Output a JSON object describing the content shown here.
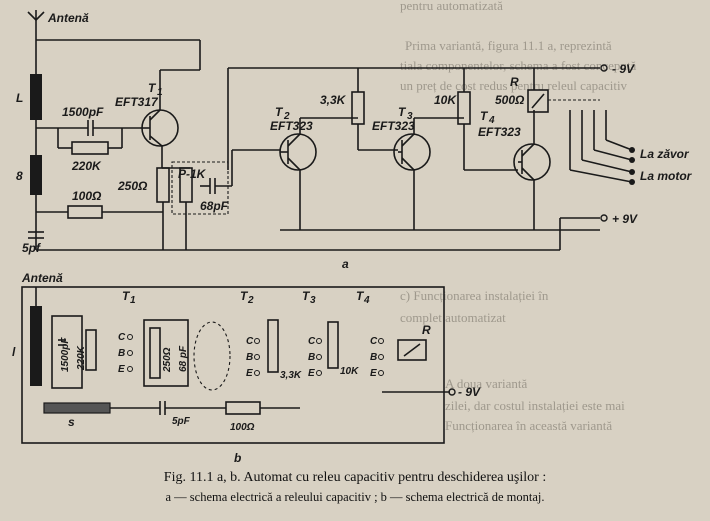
{
  "schematic_a": {
    "antenna": "Antenă",
    "L": "L",
    "coil2": "8",
    "c1500": "1500pF",
    "r220": "220K",
    "T1": "T",
    "T1_sub": "1",
    "T1_type": "EFT317",
    "r250": "250Ω",
    "P1k": "P-1K",
    "c68": "68pF",
    "r100": "100Ω",
    "c5": "5pf",
    "T2": "T",
    "T2_sub": "2",
    "T2_type": "EFT323",
    "r33": "3,3K",
    "T3": "T",
    "T3_sub": "3",
    "T3_type": "EFT323",
    "r10": "10K",
    "T4": "T",
    "T4_sub": "4",
    "T4_type": "EFT323",
    "R": "R",
    "r500": "500Ω",
    "minus9": "- 9V",
    "plus9": "+ 9V",
    "zavor": "La zăvor",
    "motor": "La motor",
    "letter": "a"
  },
  "schematic_b": {
    "antenna": "Antenă",
    "l": "l",
    "c1500": "1500pF",
    "r220": "220K",
    "T1": "T",
    "T1_sub": "1",
    "T2": "T",
    "T2_sub": "2",
    "T3": "T",
    "T3_sub": "3",
    "T4": "T",
    "T4_sub": "4",
    "p250": "250Ω",
    "c68": "68 pF",
    "r33": "3,3K",
    "r10": "10K",
    "R": "R",
    "C": "C",
    "B": "B",
    "E": "E",
    "s": "s",
    "c5": "5pF",
    "r100": "100Ω",
    "v9": "- 9V",
    "letter": "b"
  },
  "caption": {
    "line1": "Fig. 11.1 a, b. Automat cu releu capacitiv pentru deschiderea uşilor :",
    "line2": "a — schema electrică a releului capacitiv ; b — schema electrică de montaj."
  }
}
